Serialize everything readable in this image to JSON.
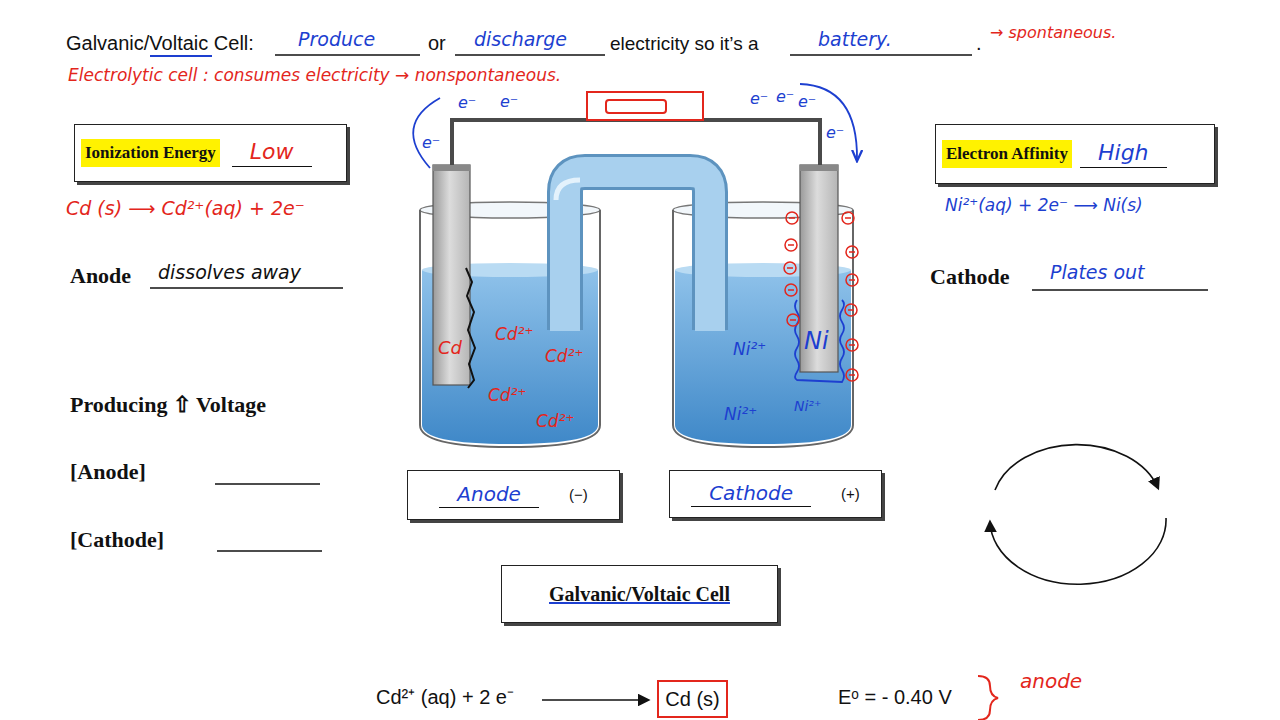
{
  "diagram": {
    "nodes": [
      {
        "text": [
          "Ionization Energy",
          "Low"
        ]
      },
      {
        "text": [
          "Electron Affinity",
          "High"
        ]
      },
      {
        "text": [
          "Anode",
          "(−)"
        ]
      },
      {
        "text": [
          "Cathode",
          "(+)"
        ]
      },
      {
        "text": [
          "Galvanic/Voltaic Cell"
        ]
      },
      {
        "text": [
          "Cd (s)"
        ]
      }
    ],
    "labels": [
      "Galvanic/Voltaic Cell:",
      "Produce",
      "or",
      "discharge",
      "electricity so it’s a",
      "battery.",
      ".",
      "→ spontaneous.",
      "Electrolytic cell : consumes electricity → nonspontaneous.",
      "Cd (s) ⟶ Cd²⁺(aq) + 2e⁻",
      "Ni²⁺(aq) + 2e⁻ ⟶ Ni(s)",
      "Anode",
      "dissolves away",
      "Cathode",
      "Plates out",
      "Producing ⇧ Voltage",
      "[Anode]",
      "[Cathode]",
      "e⁻",
      "e⁻",
      "e⁻",
      "e⁻",
      "e⁻",
      "e⁻",
      "e⁻",
      "Cd",
      "Cd²⁺",
      "Cd²⁺",
      "Cd²⁺",
      "Cd²⁺",
      "Ni²⁺",
      "Ni²⁺",
      "Ni²⁺",
      "Ni",
      "Cd²⁺ (aq) + 2 e⁻",
      "Eᵒ = - 0.40 V",
      "anode"
    ]
  }
}
